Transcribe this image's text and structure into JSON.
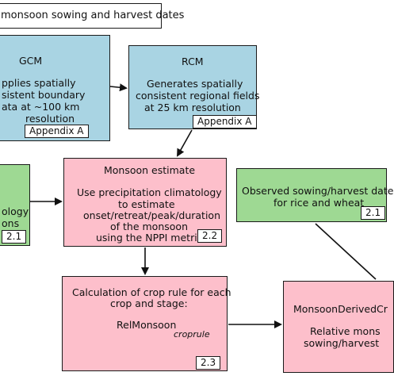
{
  "title": "monsoon sowing and harvest dates",
  "gcm": {
    "heading": "GCM",
    "line1": "pplies spatially",
    "line2": "sistent boundary",
    "line3": "ata at ~100 km",
    "line4": "resolution",
    "tag": "Appendix A"
  },
  "rcm": {
    "heading": "RCM",
    "line1": "Generates spatially",
    "line2": "consistent regional fields",
    "line3": "at 25 km resolution",
    "tag": "Appendix A"
  },
  "left_green": {
    "line1": "ology",
    "line2": "ons",
    "tag": "2.1"
  },
  "monsoon": {
    "heading": "Monsoon estimate",
    "line1": "Use precipitation climatology",
    "line2": "to estimate",
    "line3": "onset/retreat/peak/duration",
    "line4": "of the monsoon",
    "line5": "using the NPPI metric",
    "tag": "2.2"
  },
  "observed": {
    "line1": "Observed sowing/harvest date",
    "line2": "for rice and wheat",
    "tag": "2.1"
  },
  "croprule": {
    "line1": "Calculation of crop rule for each",
    "line2": "crop and stage:",
    "func": "RelMonsoon",
    "arg": "croprule",
    "tag": "2.3"
  },
  "derived": {
    "line1": "MonsoonDerivedCr",
    "line2": "Relative mons",
    "line3": "sowing/harvest"
  }
}
